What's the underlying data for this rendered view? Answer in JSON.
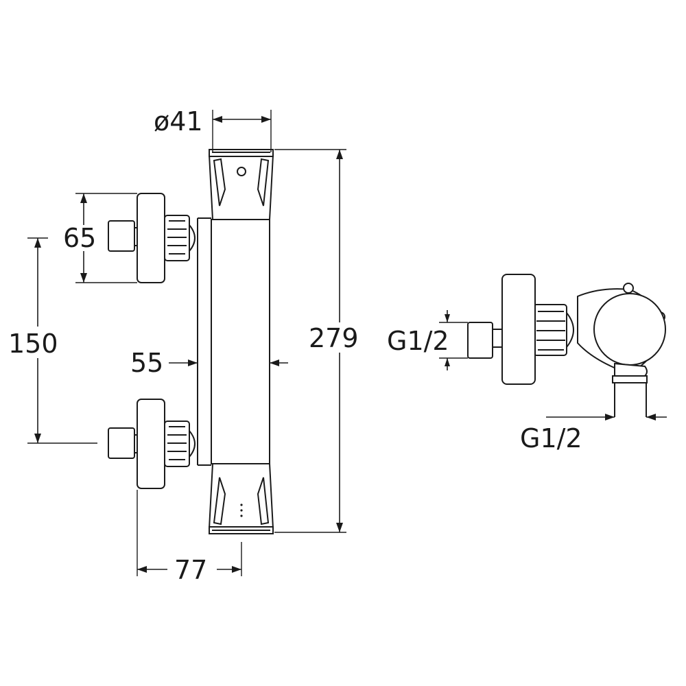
{
  "dimensions": {
    "diameter": "ø41",
    "height": "279",
    "inlet_spacing": "150",
    "eccentric_width": "65",
    "center_offset": "55",
    "projection": "77",
    "side_inlet_thread": "G1/2",
    "outlet_thread": "G1/2"
  },
  "colors": {
    "line": "#1a1a1a",
    "background": "#ffffff"
  }
}
